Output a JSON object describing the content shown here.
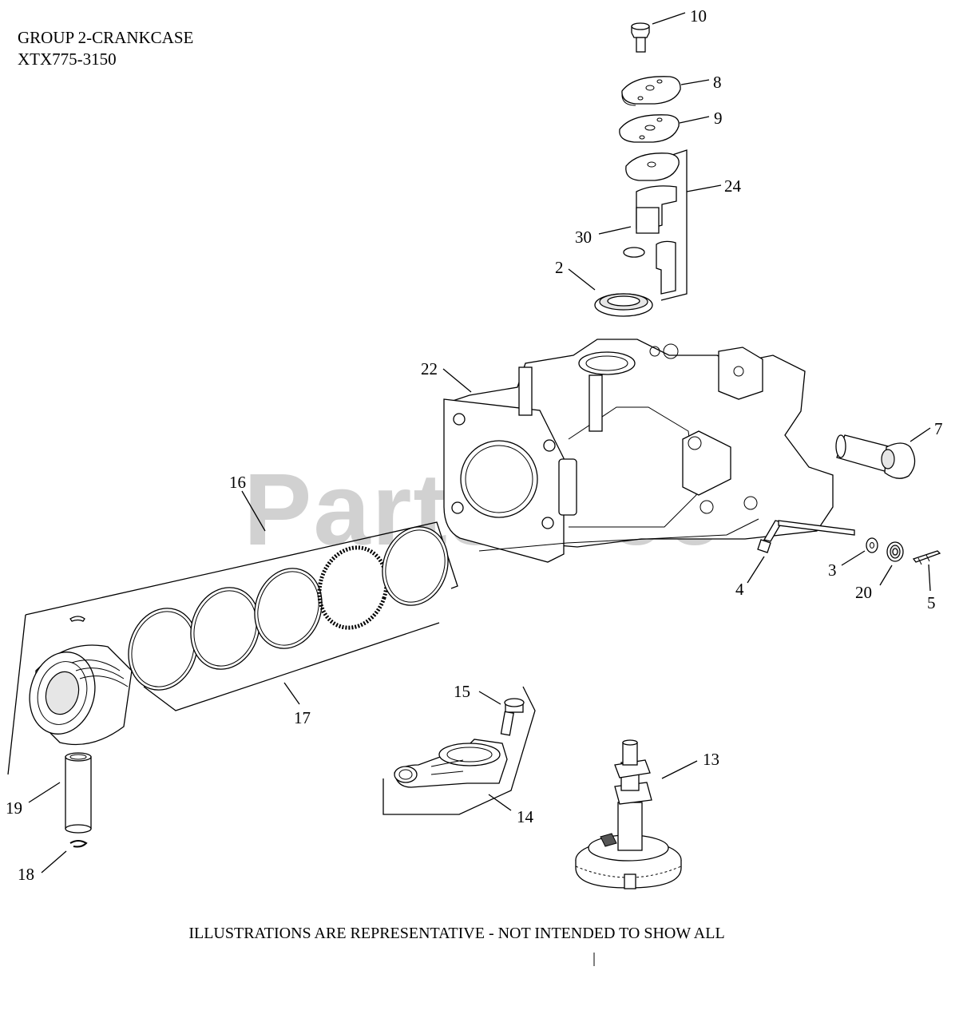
{
  "header": {
    "group_title": "GROUP 2-CRANKCASE",
    "model": "XTX775-3150"
  },
  "watermark": {
    "text": "PartsTree",
    "tm": "™"
  },
  "footer": {
    "note": "ILLUSTRATIONS ARE REPRESENTATIVE - NOT INTENDED TO SHOW ALL"
  },
  "callouts": [
    {
      "id": "c10",
      "label": "10"
    },
    {
      "id": "c8",
      "label": "8"
    },
    {
      "id": "c9",
      "label": "9"
    },
    {
      "id": "c24",
      "label": "24"
    },
    {
      "id": "c30",
      "label": "30"
    },
    {
      "id": "c2",
      "label": "2"
    },
    {
      "id": "c22",
      "label": "22"
    },
    {
      "id": "c7",
      "label": "7"
    },
    {
      "id": "c16",
      "label": "16"
    },
    {
      "id": "c3",
      "label": "3"
    },
    {
      "id": "c4",
      "label": "4"
    },
    {
      "id": "c20",
      "label": "20"
    },
    {
      "id": "c5",
      "label": "5"
    },
    {
      "id": "c17",
      "label": "17"
    },
    {
      "id": "c15",
      "label": "15"
    },
    {
      "id": "c13",
      "label": "13"
    },
    {
      "id": "c19",
      "label": "19"
    },
    {
      "id": "c14",
      "label": "14"
    },
    {
      "id": "c18",
      "label": "18"
    }
  ]
}
